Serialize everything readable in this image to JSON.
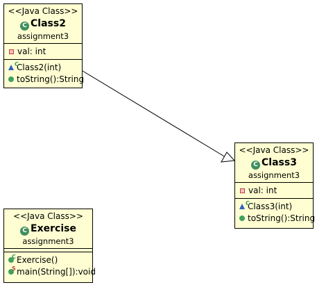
{
  "classes": {
    "class2": {
      "stereotype": "<<Java Class>>",
      "name": "Class2",
      "package": "assignment3",
      "icon": "class-icon",
      "fields": [
        {
          "visibility": "private",
          "text": "val: int"
        }
      ],
      "methods": [
        {
          "visibility": "package",
          "modifier": "C",
          "text": "Class2(int)"
        },
        {
          "visibility": "public",
          "text": "toString():String"
        }
      ]
    },
    "class3": {
      "stereotype": "<<Java Class>>",
      "name": "Class3",
      "package": "assignment3",
      "icon": "class-icon",
      "fields": [
        {
          "visibility": "private",
          "text": "val: int"
        }
      ],
      "methods": [
        {
          "visibility": "package",
          "modifier": "C",
          "text": "Class3(int)"
        },
        {
          "visibility": "public",
          "text": "toString():String"
        }
      ]
    },
    "exercise": {
      "stereotype": "<<Java Class>>",
      "name": "Exercise",
      "package": "assignment3",
      "icon": "class-icon",
      "fields": [],
      "methods": [
        {
          "visibility": "public",
          "modifier": "C",
          "text": "Exercise()"
        },
        {
          "visibility": "public",
          "modifier": "S",
          "text": "main(String[]):void"
        }
      ]
    }
  },
  "relationships": [
    {
      "from": "Class2",
      "to": "Class3",
      "type": "association",
      "arrowhead": "open-triangle"
    }
  ],
  "colors": {
    "class_fill": "#fefed2",
    "border": "#000000",
    "class_icon": "#3f8f5f",
    "public_icon": "#3fa05f",
    "package_icon": "#3060c0",
    "private_icon": "#c04040"
  }
}
